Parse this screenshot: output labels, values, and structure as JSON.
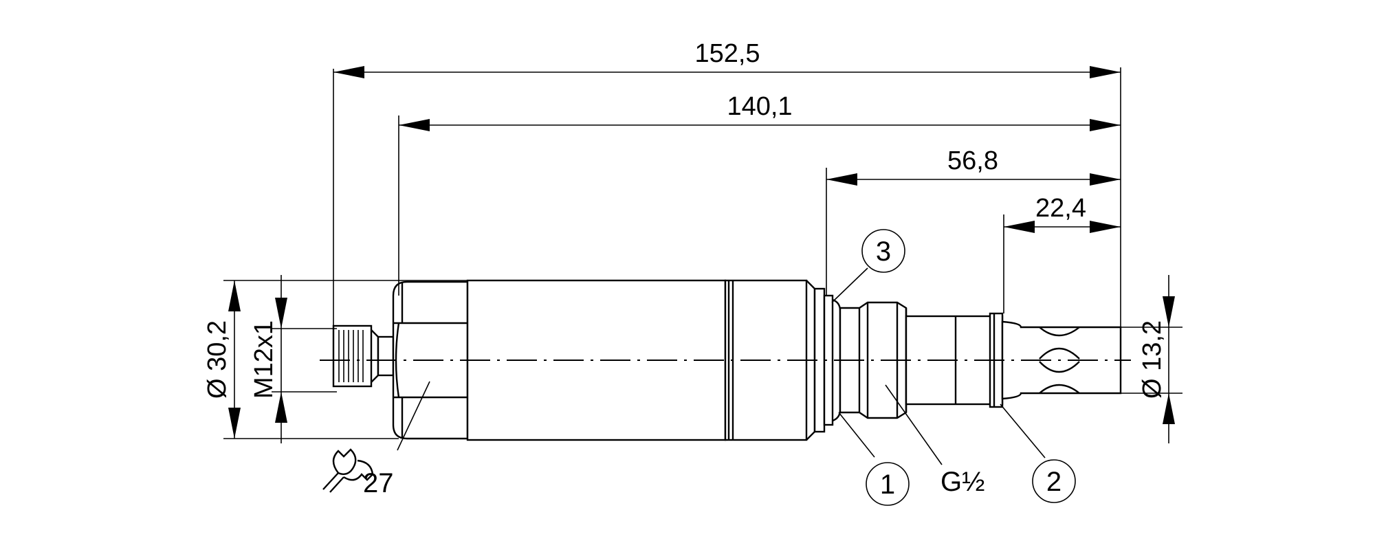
{
  "dimensions": {
    "overall_length": "152,5",
    "length_from_nut": "140,1",
    "length_from_seal": "56,8",
    "probe_tip_length": "22,4",
    "housing_diameter": "Ø 30,2",
    "connector_thread": "M12x1",
    "probe_diameter": "Ø 13,2"
  },
  "annotations": {
    "wrench_size": "27",
    "process_thread": "G½"
  },
  "callouts": [
    {
      "number": "1"
    },
    {
      "number": "2"
    },
    {
      "number": "3"
    }
  ],
  "icons": {
    "wrench": "wrench-icon"
  }
}
